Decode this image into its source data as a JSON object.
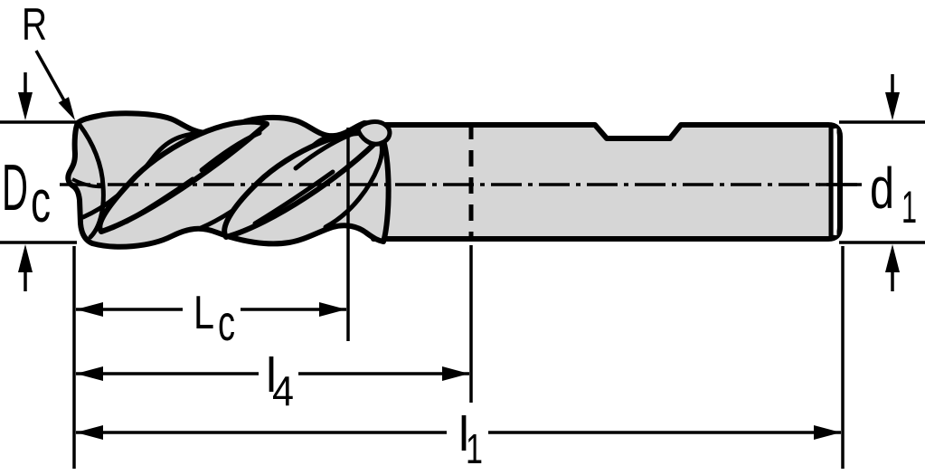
{
  "drawing": {
    "description": "Technical dimension drawing of a solid carbide end mill, side view",
    "colors": {
      "background": "#ffffff",
      "body_fill": "#d6d6d6",
      "line": "#000000"
    },
    "labels": {
      "corner_radius": "R",
      "cutting_diameter": {
        "main": "D",
        "sub": "c"
      },
      "shank_diameter": {
        "main": "d",
        "sub": "1"
      },
      "flute_length": {
        "main": "L",
        "sub": "c"
      },
      "projection_length": {
        "main": "l",
        "sub": "4"
      },
      "overall_length": {
        "main": "l",
        "sub": "1"
      }
    }
  }
}
